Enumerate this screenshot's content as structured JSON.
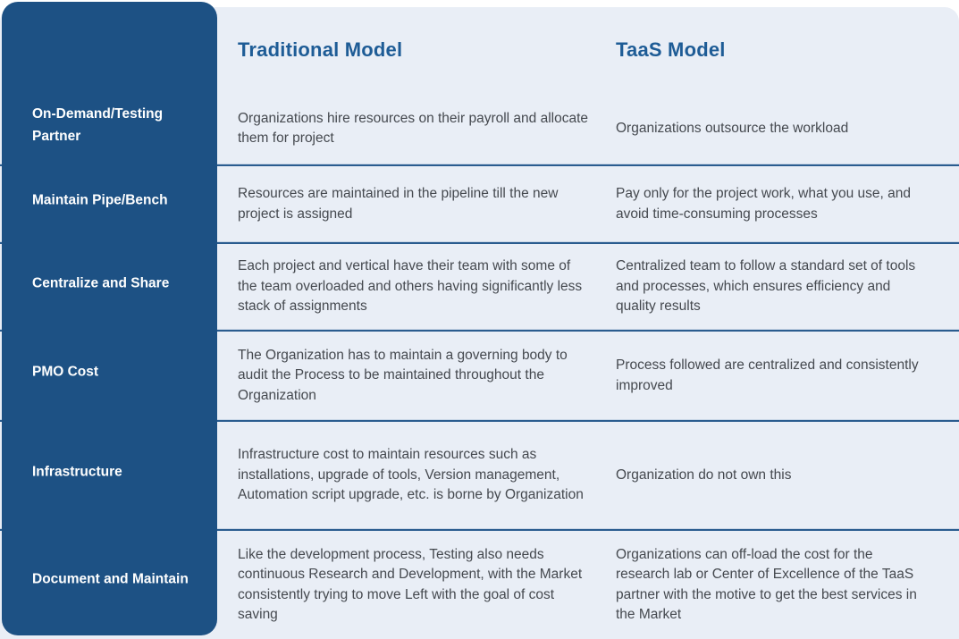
{
  "colors": {
    "sidebar_bg": "#1d5184",
    "card_bg": "#e9eef6",
    "header_text": "#1e5c96",
    "body_text": "#45494f",
    "divider_dark": "#2a5c8f",
    "divider_light": "#c9d6e6",
    "sidebar_label_text": "#ffffff",
    "page_bg": "#ffffff"
  },
  "columns": {
    "traditional": "Traditional Model",
    "taas": "TaaS Model"
  },
  "rows": [
    {
      "label": "On-Demand/Testing Partner",
      "traditional": "Organizations hire resources on their payroll and allocate them for project",
      "taas": "Organizations outsource the workload"
    },
    {
      "label": "Maintain Pipe/Bench",
      "traditional": "Resources are maintained in the pipeline till the new project is assigned",
      "taas": "Pay only for the project work, what you use, and avoid time-consuming processes"
    },
    {
      "label": "Centralize and Share",
      "traditional": "Each project and vertical have their team with some of the team overloaded and others having significantly less stack of assignments",
      "taas": "Centralized team to follow a standard set of tools and processes, which ensures efficiency and quality results"
    },
    {
      "label": "PMO Cost",
      "traditional": "The Organization has to maintain a governing body to audit the Process to be maintained throughout the Organization",
      "taas": "Process followed are centralized and consistently improved"
    },
    {
      "label": "Infrastructure",
      "traditional": "Infrastructure cost to maintain resources such as installations, upgrade of tools, Version management, Automation script upgrade, etc. is borne by Organization",
      "taas": "Organization do not own this"
    },
    {
      "label": "Document and Maintain",
      "traditional": "Like the development process, Testing also needs continuous Research and Development, with the Market consistently trying to move Left with the goal of cost saving",
      "taas": "Organizations can off-load the cost for the research lab or Center of Excellence of the TaaS partner with the motive to get the best services in the Market"
    }
  ]
}
